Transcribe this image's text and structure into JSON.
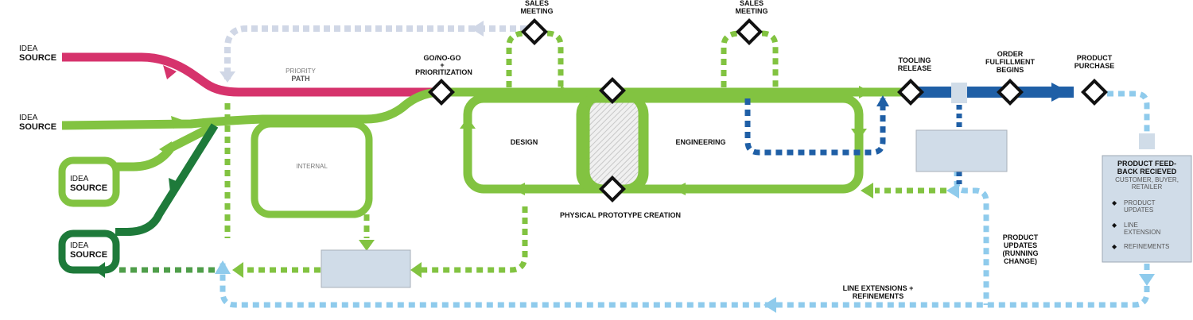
{
  "sources": [
    {
      "line1": "IDEA",
      "line2": "SOURCE"
    },
    {
      "line1": "IDEA",
      "line2": "SOURCE"
    },
    {
      "line1": "IDEA",
      "line2": "SOURCE"
    },
    {
      "line1": "IDEA",
      "line2": "SOURCE"
    }
  ],
  "priority_path": {
    "line1": "PRIORITY",
    "line2": "PATH"
  },
  "internal": "INTERNAL",
  "go_no_go": {
    "line1": "GO/NO-GO",
    "line2": "+",
    "line3": "PRIORITIZATION"
  },
  "sales_meeting_1": {
    "line1": "SALES",
    "line2": "MEETING"
  },
  "sales_meeting_2": {
    "line1": "SALES",
    "line2": "MEETING"
  },
  "design": "DESIGN",
  "engineering": "ENGINEERING",
  "physical_prototype": "PHYSICAL PROTOTYPE CREATION",
  "tooling_release": {
    "line1": "TOOLING",
    "line2": "RELEASE"
  },
  "order_fulfillment": {
    "line1": "ORDER",
    "line2": "FULFILLMENT",
    "line3": "BEGINS"
  },
  "product_purchase": {
    "line1": "PRODUCT",
    "line2": "PURCHASE"
  },
  "feedback_panel": {
    "title1": "PRODUCT FEED-",
    "title2": "BACK RECIEVED",
    "sub1": "CUSTOMER, BUYER,",
    "sub2": "RETAILER",
    "items": [
      {
        "line1": "PRODUCT",
        "line2": "UPDATES"
      },
      {
        "line1": "LINE",
        "line2": "EXTENSION"
      },
      {
        "line1": "REFINEMENTS",
        "line2": ""
      }
    ]
  },
  "product_updates": {
    "line1": "PRODUCT",
    "line2": "UPDATES",
    "line3": "(RUNNING",
    "line4": "CHANGE)"
  },
  "line_extensions": {
    "line1": "LINE EXTENSIONS +",
    "line2": "REFINEMENTS"
  },
  "colors": {
    "priority": "#d6336c",
    "green": "#82c341",
    "dark_green": "#1e7a3a",
    "gray_dash": "#d0d7e6",
    "dark_blue": "#1f5fa6",
    "light_blue": "#8fcbec",
    "box_fill": "#d0dce8"
  }
}
